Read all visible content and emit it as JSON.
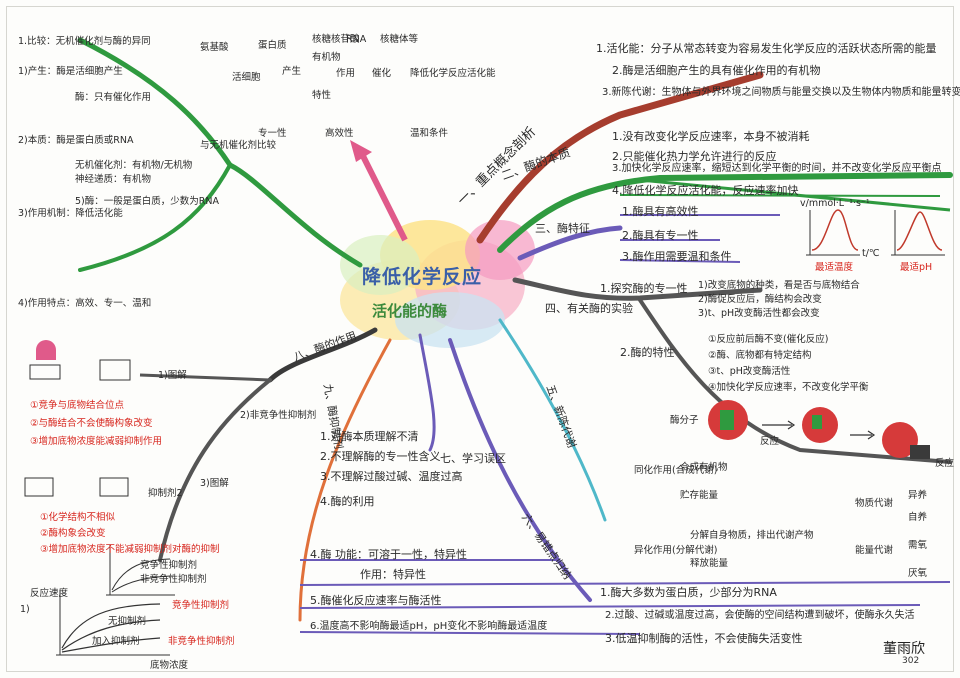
{
  "center": {
    "title": "降低化学反应",
    "subtitle": "活化能的酶"
  },
  "branches": {
    "b1": "一、重点概念剖析",
    "b2": "二、酶的本质",
    "b3": "三、酶特征",
    "b4": "四、有关酶的实验",
    "b5": "五、新陈代谢",
    "b6": "六、易错点归纳",
    "b7": "七、学习误区",
    "b8": "八、酶的作用",
    "b9": "九、酶抑制剂"
  },
  "concepts": [
    "1.活化能：分子从常态转变为容易发生化学反应的活跃状态所需的能量",
    "2.酶是活细胞产生的具有催化作用的有机物",
    "3.新陈代谢：生物体与外界环境之间物质与能量交换以及生物体内物质和能量转变过程"
  ],
  "essence": [
    "1.没有改变化学反应速率，本身不被消耗",
    "2.只能催化热力学允许进行的反应",
    "3.加快化学反应速率，缩短达到化学平衡的时间，并不改变化学反应平衡点",
    "4.降低化学反应活化能，反应速率加快"
  ],
  "features": [
    "1.酶具有高效性",
    "2.酶具有专一性",
    "3.酶作用需要温和条件"
  ],
  "features_extra": [
    "最适温度",
    "最适pH",
    "v/mmol·L⁻¹·s⁻¹",
    "t/℃"
  ],
  "exp1": [
    "1.探究酶的专一性",
    "1)改变底物的种类，看是否与底物结合",
    "2)酶促反应后，酶结构会改变",
    "3)t、pH改变酶活性都会改变"
  ],
  "exp2": [
    "2.酶的特性",
    "①反应前后酶不变(催化反应)",
    "②酶、底物都有特定结构",
    "③t、pH改变酶活性",
    "④加快化学反应速率，不改变化学平衡"
  ],
  "exp_labels": [
    "酶分子",
    "反应",
    "反应"
  ],
  "metab": {
    "label1": "同化作用(合成代谢)",
    "items1": [
      "合成有机物",
      "贮存能量"
    ],
    "label2": "异化作用(分解代谢)",
    "items2": [
      "分解自身物质，排出代谢产物",
      "释放能量"
    ],
    "energy": "能量代谢",
    "matter": "物质代谢",
    "side": [
      "需氧",
      "厌氧",
      "异养",
      "自养"
    ]
  },
  "errors": [
    "1.酶大多数为蛋白质，少部分为RNA",
    "2.过酸、过碱或温度过高，会使酶的空间结构遭到破坏，使酶永久失活",
    "3.低温抑制酶的活性，不会使酶失活变性"
  ],
  "misconceptions": [
    "1.对酶本质理解不清",
    "2.不理解酶的专一性含义",
    "3.不理解过酸过碱、温度过高",
    "4.酶的利用"
  ],
  "props": [
    "4.酶 功能：可溶于一性，特异性",
    "作用：特异性",
    "5.酶催化反应速率与酶活性",
    "6.温度高不影响酶最适pH，pH变化不影响酶最适温度"
  ],
  "top": {
    "words": [
      "氨基酸",
      "蛋白质",
      "核糖核苷酸",
      "RNA",
      "核糖体等",
      "活细胞",
      "产生",
      "作用",
      "催化",
      "专一性",
      "高效性",
      "温和条件",
      "降低化学反应活化能",
      "有机物",
      "特性"
    ]
  },
  "left": {
    "head": "1.比较：无机催化剂与酶的异同",
    "lines": [
      "1)产生：酶是活细胞产生",
      "2)本质：酶是蛋白质或RNA",
      "3)作用机制：降低活化能",
      "4)作用特点：高效、专一、温和",
      "5)酶：一般是蛋白质，少数为RNA",
      "酶：只有催化作用",
      "与无机催化剂比较",
      "无机催化剂：有机物/无机物",
      "神经递质：有机物"
    ],
    "inhibit": [
      "1)图解",
      "2)非竞争性抑制剂",
      "3)图解",
      "竞争性抑制剂",
      "非竞争性抑制剂",
      "抑制剂2"
    ],
    "red": [
      "①竞争与底物结合位点",
      "②与酶结合不会使酶构象改变",
      "③增加底物浓度能减弱抑制作用",
      "①化学结构不相似",
      "②酶构象会改变",
      "③增加底物浓度不能减弱抑制剂对酶的抑制"
    ],
    "graph": [
      "1)",
      "反应速度",
      "底物浓度",
      "竞争性抑制剂",
      "非竞争性抑制剂",
      "加入抑制剂",
      "无抑制剂"
    ]
  },
  "signature": "董雨欣",
  "page_num": "302",
  "colors": {
    "red": "#b03a2e",
    "green": "#2f9a3f",
    "purple": "#6b5bb8",
    "gray": "#555555",
    "pink": "#e05a8a",
    "cyan": "#4fb8c9",
    "orange": "#e0703a",
    "dark": "#3a3a3a"
  }
}
